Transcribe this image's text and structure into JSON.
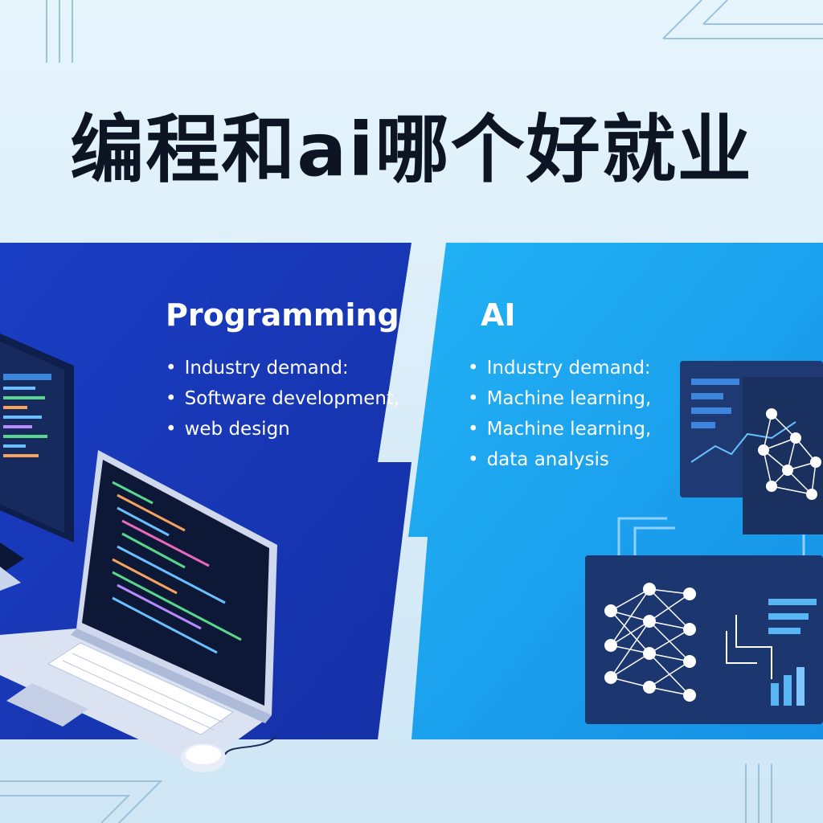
{
  "title": "编程和ai哪个好就业",
  "colors": {
    "background": "#e2f2fb",
    "programming_panel": "#1637b5",
    "ai_panel": "#1aa3ee",
    "title_text": "#0d1424"
  },
  "programming": {
    "heading": "Programming",
    "bullets": [
      "Industry demand:",
      "Software development,",
      "web design"
    ]
  },
  "ai": {
    "heading": "AI",
    "bullets": [
      "Industry demand:",
      "Machine learning,",
      "Machine learning,",
      "data analysis"
    ]
  },
  "illustrations": {
    "left": [
      "monitor-illustration",
      "laptop-illustration",
      "mouse-illustration"
    ],
    "right": [
      "dashboard-screen-illustration",
      "neural-network-icon",
      "bar-chart-icon"
    ]
  }
}
